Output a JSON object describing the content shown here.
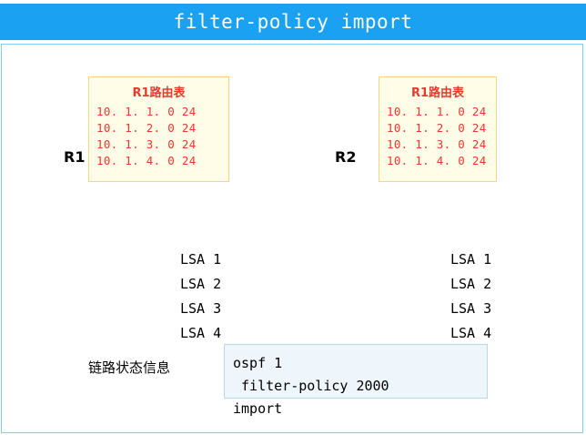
{
  "title": "filter-policy import",
  "colors": {
    "title_bar": "#1ba1f2",
    "arrow": "#14aee8",
    "route_text": "#e8392f",
    "route_box_bg": "#fffde7",
    "route_box_border": "#f5d87a",
    "router_body": "#1668c3",
    "config_box_bg": "#eef6fb"
  },
  "route_tables": [
    {
      "id": "r1-route-table-left",
      "title": "R1路由表",
      "rows": [
        "10. 1. 1. 0  24",
        "10. 1. 2. 0  24",
        "10. 1. 3. 0  24",
        "10. 1. 4. 0  24"
      ]
    },
    {
      "id": "r1-route-table-right",
      "title": "R1路由表",
      "rows": [
        "10. 1. 1. 0  24",
        "10. 1. 2. 0  24",
        "10. 1. 3. 0  24",
        "10. 1. 4. 0  24"
      ]
    }
  ],
  "routers": [
    {
      "id": "r1",
      "label": "R1",
      "icon": "router-icon"
    },
    {
      "id": "r2",
      "label": "R2",
      "icon": "router-icon"
    }
  ],
  "lsa_columns": [
    {
      "id": "lsa-left",
      "lines": [
        "LSA 1",
        "LSA 2",
        "LSA 3",
        "LSA 4"
      ]
    },
    {
      "id": "lsa-right",
      "lines": [
        "LSA 1",
        "LSA 2",
        "LSA 3",
        "LSA 4"
      ]
    }
  ],
  "legend": {
    "icon": "arrow-right-icon",
    "label": "链路状态信息"
  },
  "config": {
    "lines": "ospf 1\n filter-policy 2000\nimport"
  }
}
